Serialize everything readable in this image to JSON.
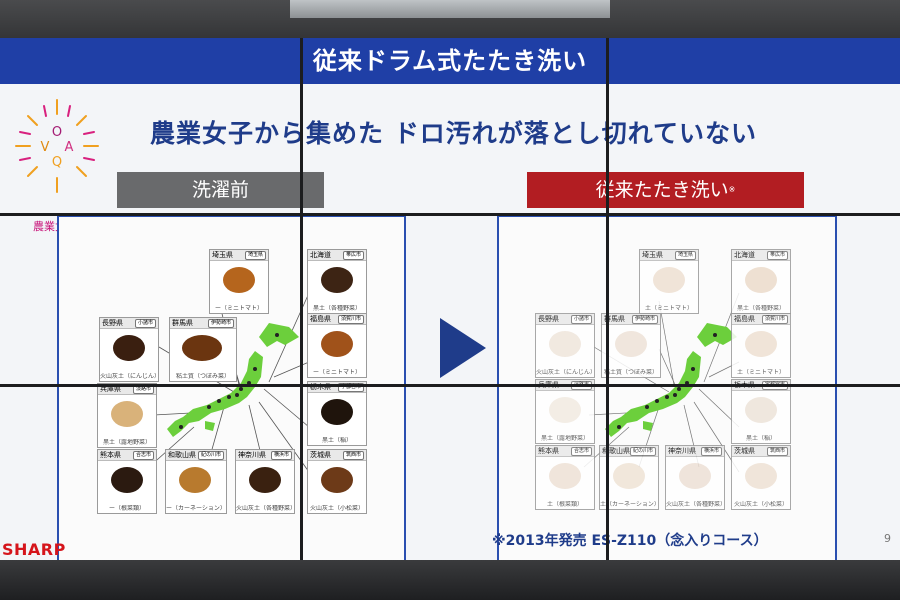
{
  "screen": {
    "title": "従来ドラム式たたき洗い",
    "headline": "農業女子から集めた ドロ汚れが落とし切れていない",
    "logo_text": "農業女子PJ",
    "label_before": "洗濯前",
    "label_after": "従来たたき洗い",
    "label_after_mark": "※",
    "footnote": "※2013年発売 ES-Z110（念入りコース）",
    "brand": "SHARP",
    "page_number": "9"
  },
  "colors": {
    "title_bar": "#1f3fa6",
    "headline": "#1f3c8a",
    "label_after": "#b21d22",
    "label_before": "#696a6c",
    "japan_map": "#6ccf3c",
    "brand": "#d5141b"
  },
  "before_cards": [
    {
      "pref": "埼玉県",
      "tag": "埼玉県",
      "caption": "ー（ミニトマト）",
      "stain": "#b5651d"
    },
    {
      "pref": "北海道",
      "tag": "帯広市",
      "caption": "黒土（各種野菜）",
      "stain": "#3d2414"
    },
    {
      "pref": "長野県",
      "tag": "小諸市",
      "caption": "火山灰土（にんじん）",
      "stain": "#3a1f10"
    },
    {
      "pref": "群馬県",
      "tag": "伊勢崎市",
      "caption": "粘土質（つぼみ菜）",
      "stain": "#6b3510"
    },
    {
      "pref": "福島県",
      "tag": "須賀川市",
      "caption": "ー（ミニトマト）",
      "stain": "#a0521a"
    },
    {
      "pref": "兵庫県",
      "tag": "淡路市",
      "caption": "黒土（露地野菜）",
      "stain": "#d9b27a"
    },
    {
      "pref": "栃木県",
      "tag": "宇都宮市",
      "caption": "黒土（稲）",
      "stain": "#1f140c"
    },
    {
      "pref": "熊本県",
      "tag": "合志市",
      "caption": "ー（根菜類）",
      "stain": "#2b1a10"
    },
    {
      "pref": "和歌山県",
      "tag": "紀の川市",
      "caption": "ー（カーネーション）",
      "stain": "#b87a2e"
    },
    {
      "pref": "神奈川県",
      "tag": "横浜市",
      "caption": "火山灰土（各種野菜）",
      "stain": "#3a2110"
    },
    {
      "pref": "茨城県",
      "tag": "筑西市",
      "caption": "火山灰土（小松菜）",
      "stain": "#6d3a18"
    }
  ],
  "after_cards": [
    {
      "pref": "埼玉県",
      "tag": "埼玉県",
      "caption": "土（ミニトマト）",
      "stain": "#efe0d2"
    },
    {
      "pref": "北海道",
      "tag": "帯広市",
      "caption": "黒土（各種野菜）",
      "stain": "#ecdccc"
    },
    {
      "pref": "長野県",
      "tag": "小諸市",
      "caption": "火山灰土（にんじん）",
      "stain": "#f0e6dc"
    },
    {
      "pref": "群馬県",
      "tag": "伊勢崎市",
      "caption": "粘土質（つぼみ菜）",
      "stain": "#efe3d8"
    },
    {
      "pref": "福島県",
      "tag": "須賀川市",
      "caption": "土（ミニトマト）",
      "stain": "#efe1d3"
    },
    {
      "pref": "兵庫県",
      "tag": "淡路市",
      "caption": "黒土（露地野菜）",
      "stain": "#f2ebe2"
    },
    {
      "pref": "栃木県",
      "tag": "宇都宮市",
      "caption": "黒土（稲）",
      "stain": "#eee4da"
    },
    {
      "pref": "熊本県",
      "tag": "合志市",
      "caption": "土（根菜類）",
      "stain": "#efe2d6"
    },
    {
      "pref": "和歌山県",
      "tag": "紀の川市",
      "caption": "土（カーネーション）",
      "stain": "#f0e4d6"
    },
    {
      "pref": "神奈川県",
      "tag": "横浜市",
      "caption": "火山灰土（各種野菜）",
      "stain": "#eee1d6"
    },
    {
      "pref": "茨城県",
      "tag": "筑西市",
      "caption": "火山灰土（小松菜）",
      "stain": "#efe2d5"
    }
  ]
}
